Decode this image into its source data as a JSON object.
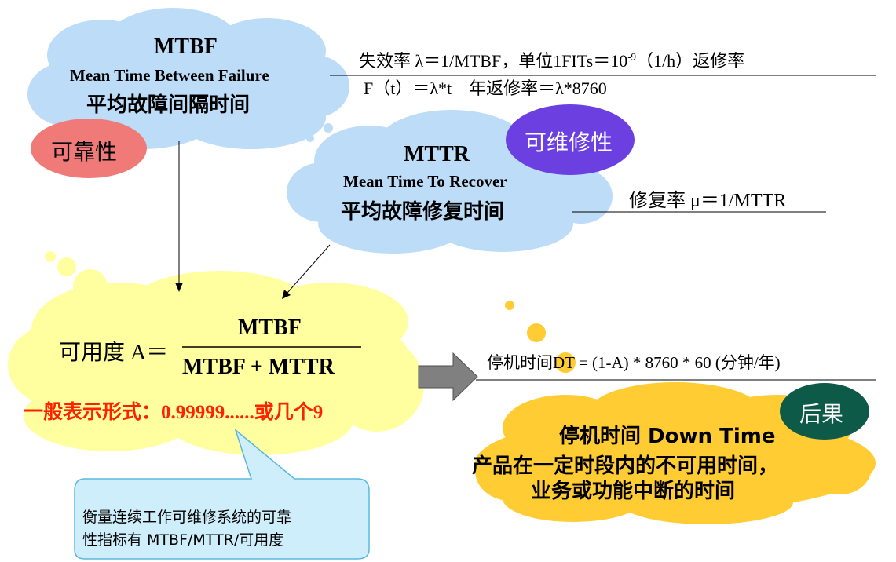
{
  "mtbf_cloud": {
    "abbr": "MTBF",
    "full": "Mean Time Between Failure",
    "cn": "平均故障间隔时间",
    "formula_line1": "失效率 λ＝1/MTBF，单位1FITs＝10",
    "formula_line1_exp": "-9",
    "formula_line1_tail": "（1/h）返修率",
    "formula_line2": "F（t）＝λ*t　年返修率＝λ*8760"
  },
  "reliability_badge": "可靠性",
  "maintainability_badge": "可维修性",
  "mttr_cloud": {
    "abbr": "MTTR",
    "full": "Mean Time To Recover",
    "cn": "平均故障修复时间",
    "formula": "修复率 μ＝1/MTTR"
  },
  "availability_cloud": {
    "label": "可用度 A＝",
    "numerator": "MTBF",
    "denominator": "MTBF + MTTR",
    "general_form": "一般表示形式：0.99999......或几个9"
  },
  "note_box": {
    "line1": "衡量连续工作可维修系统的可靠",
    "line2": "性指标有 MTBF/MTTR/可用度"
  },
  "downtime": {
    "formula": "停机时间DT = (1-A) * 8760 * 60 (分钟/年)",
    "badge": "后果",
    "title": "停机时间 Down Time",
    "desc1": "产品在一定时段内的不可用时间，",
    "desc2": "业务或功能中断的时间"
  },
  "colors": {
    "cloud_blue": "#bcdcf8",
    "cloud_yellow": "#ffffa0",
    "cloud_orange": "#ffcc33",
    "badge_red": "#f07a78",
    "badge_purple": "#6b3fe0",
    "badge_teal": "#0e5a48",
    "accent_red": "#ff2200",
    "note_bg": "#cfeefb",
    "note_border": "#5ab8e0",
    "arrow_gray": "#808080"
  }
}
